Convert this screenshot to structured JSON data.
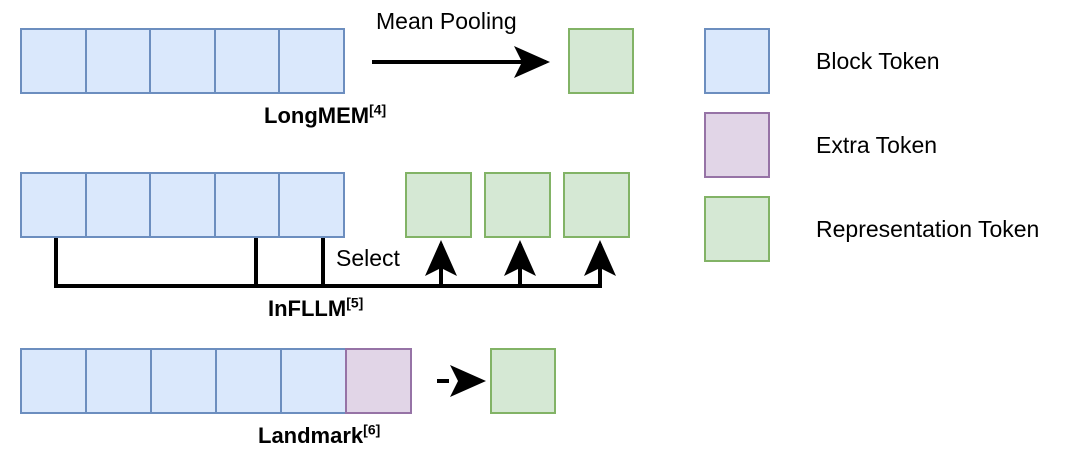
{
  "figure": {
    "title": "",
    "rows": [
      {
        "id": "longmem",
        "label": "LongMEM",
        "ref": "[4]",
        "block_tokens": 5,
        "extra_tokens": 0,
        "operation": "Mean Pooling",
        "arrow_style": "solid",
        "representation_tokens": 1
      },
      {
        "id": "infllm",
        "label": "InFLLM",
        "ref": "[5]",
        "block_tokens": 5,
        "extra_tokens": 0,
        "operation": "Select",
        "arrow_style": "select-lines",
        "representation_tokens": 3
      },
      {
        "id": "landmark",
        "label": "Landmark",
        "ref": "[6]",
        "block_tokens": 5,
        "extra_tokens": 1,
        "operation": "",
        "arrow_style": "dashed",
        "representation_tokens": 1
      }
    ]
  },
  "legend": {
    "items": [
      {
        "key": "block",
        "label": "Block Token",
        "fill": "#dae8fc",
        "stroke": "#6c8ebf"
      },
      {
        "key": "extra",
        "label": "Extra Token",
        "fill": "#e1d5e7",
        "stroke": "#9673a6"
      },
      {
        "key": "representation",
        "label": "Representation Token",
        "fill": "#d5e8d4",
        "stroke": "#82b366"
      }
    ]
  },
  "colors": {
    "block_fill": "#dae8fc",
    "block_stroke": "#6c8ebf",
    "extra_fill": "#e1d5e7",
    "extra_stroke": "#9673a6",
    "rep_fill": "#d5e8d4",
    "rep_stroke": "#82b366",
    "line": "#000000",
    "background": "#ffffff"
  }
}
